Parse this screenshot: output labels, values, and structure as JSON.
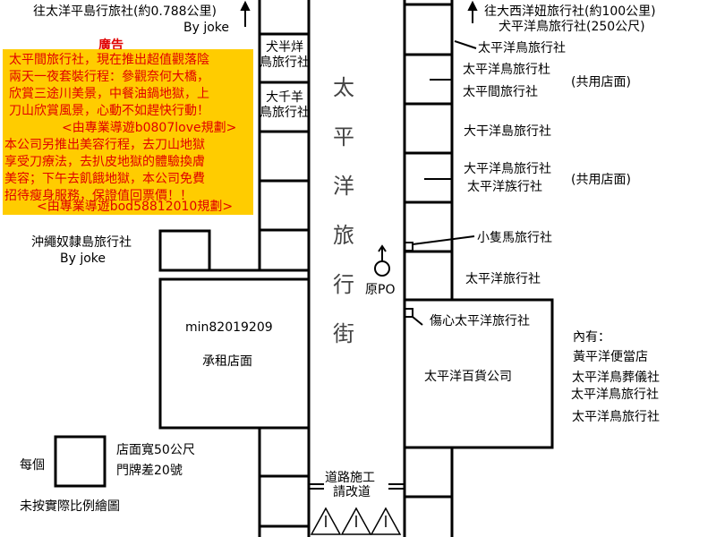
{
  "top_left": {
    "direction_label": "往太洋平島行旅社(約0.788公里)",
    "author": "By joke"
  },
  "top_right": {
    "line1": "往大西洋妞旅行社(約100公里)",
    "line2": "犬平洋鳥旅行社(250公尺)"
  },
  "ad": {
    "title": "廣告",
    "lines": [
      "太平間旅行社，現在推出超值觀落陰",
      "兩天一夜套裝行程：參觀奈何大橋，",
      "欣賞三途川美景，中餐油鍋地獄，上",
      "刀山欣賞風景，心動不如趕快行動！",
      "<由專業導遊b0807love規劃>",
      "本公司另推出美容行程，去刀山地獄",
      "享受刀療法，去扒皮地獄的體驗換膚",
      "美容；下午去飢餓地獄，本公司免費",
      "招待瘦身服務，保證值回票價！！",
      "<由專業導遊bod58812010規劃>"
    ]
  },
  "street_name": [
    "太",
    "平",
    "洋",
    "旅",
    "行",
    "街"
  ],
  "left_shops": [
    {
      "line1": "犬半烊",
      "line2": "鳥旅行社"
    },
    {
      "line1": "大千羊",
      "line2": "鳥旅行社"
    }
  ],
  "okinawa": {
    "name": "沖繩奴隸島旅行社",
    "author": "By joke"
  },
  "rental": {
    "owner": "min82019209",
    "label": "承租店面"
  },
  "origin_label": "原PO",
  "right_shops": {
    "s1": "太平洋鳥旅行社",
    "s2a": "太平洋鳥旅行杜",
    "s2b": "太平間旅行社",
    "shared1": "(共用店面)",
    "s3": "大干洋島旅行社",
    "s4a": "大平洋鳥旅行社",
    "s4b": "太平洋族行社",
    "shared2": "(共用店面)",
    "s5": "小隻馬旅行社",
    "s6": "太平洋旅行社",
    "s7": "傷心太平洋旅行社"
  },
  "department_store": {
    "name": "太平洋百貨公司",
    "contains_label": "內有：",
    "contains": [
      "黃平洋便當店",
      "太平洋鳥葬儀社",
      "太平洋鳥旅行社",
      "太平洋鳥旅行社"
    ]
  },
  "legend": {
    "each": "每個",
    "width": "店面寬50公尺",
    "number_gap": "門牌差20號",
    "scale_note": "未按實際比例繪圖"
  },
  "construction": {
    "line1": "道路施工",
    "line2": "請改道"
  },
  "colors": {
    "ad_bg": "#ffcc00",
    "ad_text": "#e00000"
  }
}
